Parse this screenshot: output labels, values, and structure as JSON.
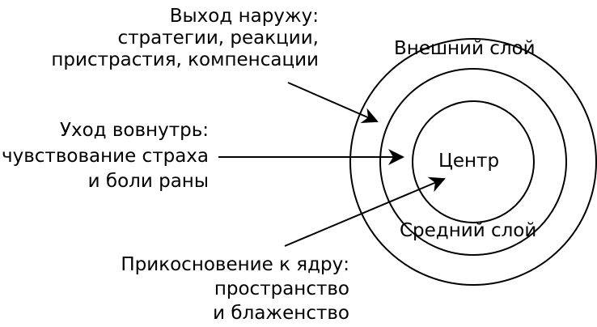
{
  "diagram": {
    "rings": {
      "outer": "Внешний слой",
      "middle": "Средний слой",
      "center": "Центр"
    },
    "labels": {
      "outward": {
        "title": "Выход наружу:",
        "line2": "стратегии, реакции,",
        "line3": "пристрастия, компенсации"
      },
      "inward": {
        "title": "Уход вовнутрь:",
        "line2": "чувствование страха",
        "line3": "и боли раны"
      },
      "core": {
        "title": "Прикосновение к ядру:",
        "line2": "пространство",
        "line3": "и блаженство"
      }
    },
    "colors": {
      "stroke": "#000000",
      "text": "#000000",
      "background": "#ffffff"
    }
  }
}
